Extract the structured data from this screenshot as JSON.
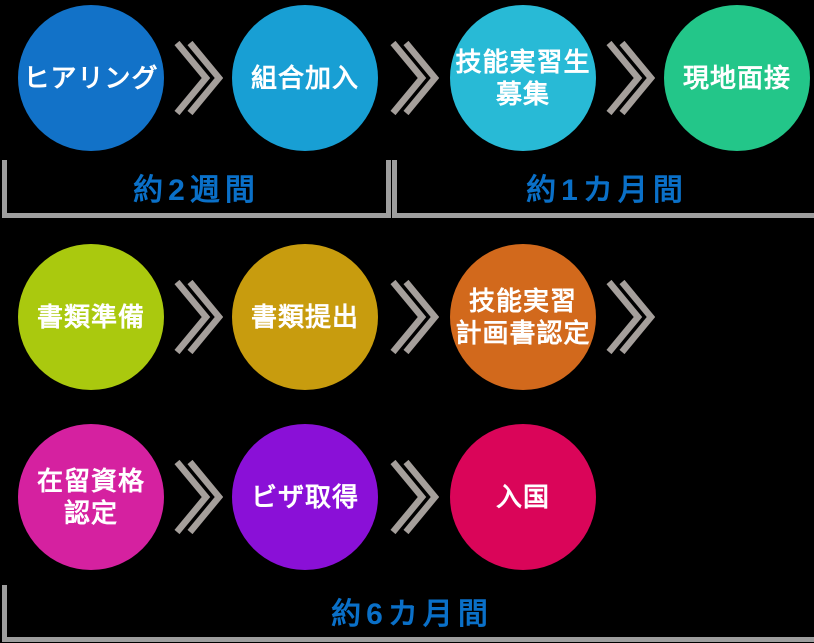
{
  "colors": {
    "background": "#000000",
    "step_text": "#ffffff",
    "chevron": "#a59f9b",
    "bracket_line": "#9e9e9e",
    "duration_text": "#0a70c8"
  },
  "steps": [
    {
      "lines": [
        "ヒアリング"
      ],
      "color": "#1272c8"
    },
    {
      "lines": [
        "組合加入"
      ],
      "color": "#189fd4"
    },
    {
      "lines": [
        "技能実習生",
        "募集"
      ],
      "color": "#28bad6"
    },
    {
      "lines": [
        "現地面接"
      ],
      "color": "#23c689"
    },
    {
      "lines": [
        "書類準備"
      ],
      "color": "#aac90e"
    },
    {
      "lines": [
        "書類提出"
      ],
      "color": "#c89c0e"
    },
    {
      "lines": [
        "技能実習",
        "計画書認定"
      ],
      "color": "#d2691c"
    },
    {
      "lines": [
        "在留資格",
        "認定"
      ],
      "color": "#d521a0"
    },
    {
      "lines": [
        "ビザ取得"
      ],
      "color": "#8a10d7"
    },
    {
      "lines": [
        "入国"
      ],
      "color": "#da0559"
    }
  ],
  "durations": [
    "約2週間",
    "約1カ月間",
    "約6カ月間"
  ]
}
